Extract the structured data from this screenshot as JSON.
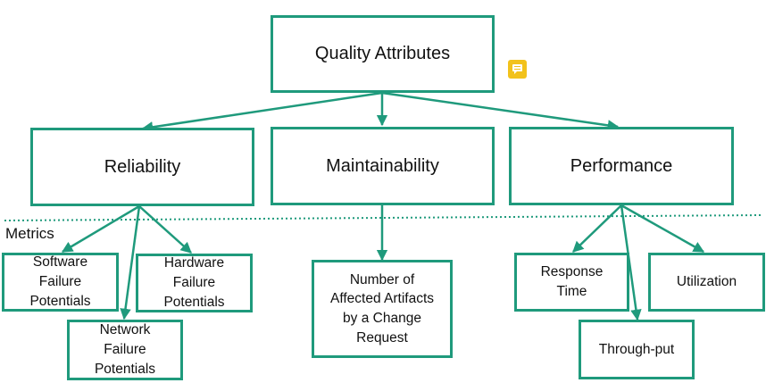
{
  "colors": {
    "accent": "#1f9a7c",
    "comment_icon": "#f2c21b"
  },
  "root": {
    "label": "Quality Attributes"
  },
  "attributes": {
    "reliability": "Reliability",
    "maintainability": "Maintainability",
    "performance": "Performance"
  },
  "metrics_label": "Metrics",
  "metrics": {
    "software": [
      "Software",
      "Failure",
      "Potentials"
    ],
    "hardware": [
      "Hardware",
      "Failure",
      "Potentials"
    ],
    "network": [
      "Network",
      "Failure",
      "Potentials"
    ],
    "affected": [
      "Number of",
      "Affected Artifacts",
      "by a Change",
      "Request"
    ],
    "response": [
      "Response",
      "Time"
    ],
    "utilization": "Utilization",
    "throughput": "Through-put"
  },
  "icons": {
    "comment": "comment-icon"
  }
}
